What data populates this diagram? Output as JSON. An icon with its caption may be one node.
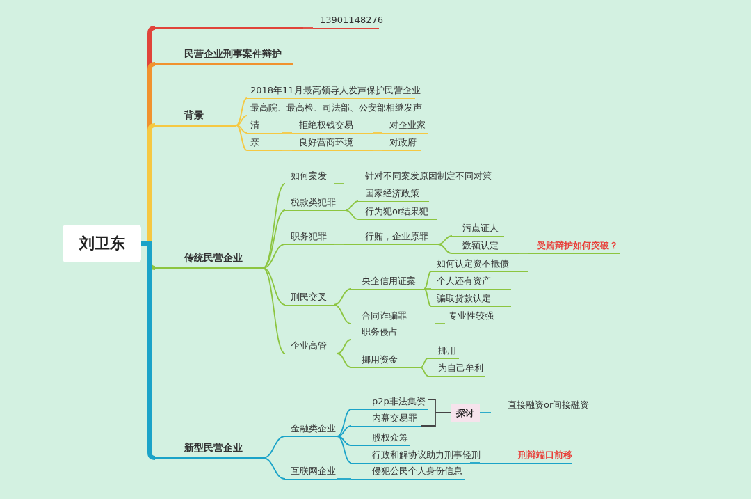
{
  "diagram": {
    "nodes": [
      {
        "text": [
          "刘卫东"
        ]
      },
      {
        "text": [],
        "shape": "bar"
      },
      {
        "text": [
          "13901148276"
        ]
      },
      {
        "text": [
          "民营企业刑事案件辩护"
        ]
      },
      {
        "text": [
          "背景"
        ]
      },
      {
        "text": [
          "2018年11月最高领导人发声保护民营企业"
        ]
      },
      {
        "text": [
          "最高院、最高检、司法部、公安部相继发声"
        ]
      },
      {
        "text": [
          "清"
        ]
      },
      {
        "text": [
          "拒绝权钱交易"
        ]
      },
      {
        "text": [
          "对企业家"
        ]
      },
      {
        "text": [
          "亲"
        ]
      },
      {
        "text": [
          "良好营商环境"
        ]
      },
      {
        "text": [
          "对政府"
        ]
      },
      {
        "text": [
          "传统民营企业"
        ]
      },
      {
        "text": [
          "如何案发"
        ]
      },
      {
        "text": [
          "针对不同案发原因制定不同对策"
        ]
      },
      {
        "text": [
          "税款类犯罪"
        ]
      },
      {
        "text": [
          "国家经济政策"
        ]
      },
      {
        "text": [
          "行为犯or结果犯"
        ]
      },
      {
        "text": [
          "职务犯罪"
        ]
      },
      {
        "text": [
          "行贿，企业原罪"
        ]
      },
      {
        "text": [
          "污点证人"
        ]
      },
      {
        "text": [
          "数额认定"
        ]
      },
      {
        "text": [
          "受贿辩护如何突破？"
        ]
      },
      {
        "text": [
          "刑民交叉"
        ]
      },
      {
        "text": [
          "央企信用证案"
        ]
      },
      {
        "text": [
          "如何认定资不抵债"
        ]
      },
      {
        "text": [
          "个人还有资产"
        ]
      },
      {
        "text": [
          "骗取货款认定"
        ]
      },
      {
        "text": [
          "合同诈骗罪"
        ]
      },
      {
        "text": [
          "专业性较强"
        ]
      },
      {
        "text": [
          "企业高管"
        ]
      },
      {
        "text": [
          "职务侵占"
        ]
      },
      {
        "text": [
          "挪用资金"
        ]
      },
      {
        "text": [
          "挪用"
        ]
      },
      {
        "text": [
          "为自己牟利"
        ]
      },
      {
        "text": [
          "新型民营企业"
        ]
      },
      {
        "text": [
          "金融类企业"
        ]
      },
      {
        "text": [
          "p2p非法集资"
        ]
      },
      {
        "text": [
          "内幕交易罪"
        ]
      },
      {
        "text": [
          "股权众筹"
        ]
      },
      {
        "text": [
          "行政和解协议助力刑事轻刑"
        ]
      },
      {
        "text": [
          "刑辩端口前移"
        ]
      },
      {
        "text": [
          "探讨"
        ]
      },
      {
        "text": [
          "直接融资or间接融资"
        ]
      },
      {
        "text": [
          "互联网企业"
        ]
      },
      {
        "text": [
          "侵犯公民个人身份信息"
        ]
      }
    ],
    "edges": [
      {
        "from": 0,
        "to": 1,
        "arrow": "none",
        "style": "thick",
        "color": "#e0443a"
      },
      {
        "from": 0,
        "to": 3,
        "arrow": "none",
        "style": "thick",
        "color": "#f0922e"
      },
      {
        "from": 0,
        "to": 4,
        "arrow": "none",
        "style": "thick",
        "color": "#f5c842"
      },
      {
        "from": 0,
        "to": 13,
        "arrow": "none",
        "style": "thick"
      },
      {
        "from": 0,
        "to": 36,
        "arrow": "none",
        "style": "thick",
        "color": "#1aa3c8"
      },
      {
        "from": 1,
        "to": 2,
        "arrow": "none",
        "color": "#e0443a"
      },
      {
        "from": 4,
        "to": 5,
        "arrow": "none",
        "color": "#f5c842"
      },
      {
        "from": 4,
        "to": 6,
        "arrow": "none",
        "color": "#f5c842"
      },
      {
        "from": 4,
        "to": 7,
        "arrow": "none",
        "color": "#f5c842"
      },
      {
        "from": 4,
        "to": 10,
        "arrow": "none",
        "color": "#f5c842"
      },
      {
        "from": 7,
        "to": 8,
        "arrow": "none",
        "color": "#f5c842"
      },
      {
        "from": 8,
        "to": 9,
        "arrow": "none",
        "color": "#f5c842"
      },
      {
        "from": 10,
        "to": 11,
        "arrow": "none",
        "color": "#f5c842"
      },
      {
        "from": 11,
        "to": 12,
        "arrow": "none",
        "color": "#f5c842"
      },
      {
        "from": 13,
        "to": 14,
        "arrow": "none"
      },
      {
        "from": 13,
        "to": 16,
        "arrow": "none"
      },
      {
        "from": 13,
        "to": 19,
        "arrow": "none"
      },
      {
        "from": 13,
        "to": 24,
        "arrow": "none"
      },
      {
        "from": 13,
        "to": 31,
        "arrow": "none"
      },
      {
        "from": 14,
        "to": 15,
        "arrow": "none"
      },
      {
        "from": 16,
        "to": 17,
        "arrow": "none"
      },
      {
        "from": 16,
        "to": 18,
        "arrow": "none"
      },
      {
        "from": 19,
        "to": 20,
        "arrow": "none"
      },
      {
        "from": 20,
        "to": 21,
        "arrow": "none"
      },
      {
        "from": 20,
        "to": 22,
        "arrow": "none"
      },
      {
        "from": 22,
        "to": 23,
        "arrow": "none"
      },
      {
        "from": 24,
        "to": 25,
        "arrow": "none"
      },
      {
        "from": 24,
        "to": 29,
        "arrow": "none"
      },
      {
        "from": 25,
        "to": 26,
        "arrow": "none"
      },
      {
        "from": 25,
        "to": 27,
        "arrow": "none"
      },
      {
        "from": 25,
        "to": 28,
        "arrow": "none"
      },
      {
        "from": 29,
        "to": 30,
        "arrow": "none"
      },
      {
        "from": 31,
        "to": 32,
        "arrow": "none"
      },
      {
        "from": 31,
        "to": 33,
        "arrow": "none"
      },
      {
        "from": 33,
        "to": 34,
        "arrow": "none"
      },
      {
        "from": 33,
        "to": 35,
        "arrow": "none"
      },
      {
        "from": 36,
        "to": 37,
        "arrow": "none",
        "color": "#1aa3c8"
      },
      {
        "from": 36,
        "to": 45,
        "arrow": "none",
        "color": "#1aa3c8"
      },
      {
        "from": 37,
        "to": 38,
        "arrow": "none",
        "color": "#1aa3c8"
      },
      {
        "from": 37,
        "to": 39,
        "arrow": "none",
        "color": "#1aa3c8"
      },
      {
        "from": 37,
        "to": 40,
        "arrow": "none",
        "color": "#1aa3c8"
      },
      {
        "from": 37,
        "to": 41,
        "arrow": "none",
        "color": "#1aa3c8"
      },
      {
        "from": 41,
        "to": 42,
        "arrow": "none",
        "color": "#1aa3c8"
      },
      {
        "from": 38,
        "to": 43,
        "arrow": "none",
        "color": "#444444"
      },
      {
        "from": 39,
        "to": 43,
        "arrow": "none",
        "color": "#444444"
      },
      {
        "from": 43,
        "to": 44,
        "arrow": "none",
        "color": "#1aa3c8"
      },
      {
        "from": 45,
        "to": 46,
        "arrow": "none",
        "color": "#1aa3c8"
      }
    ]
  }
}
